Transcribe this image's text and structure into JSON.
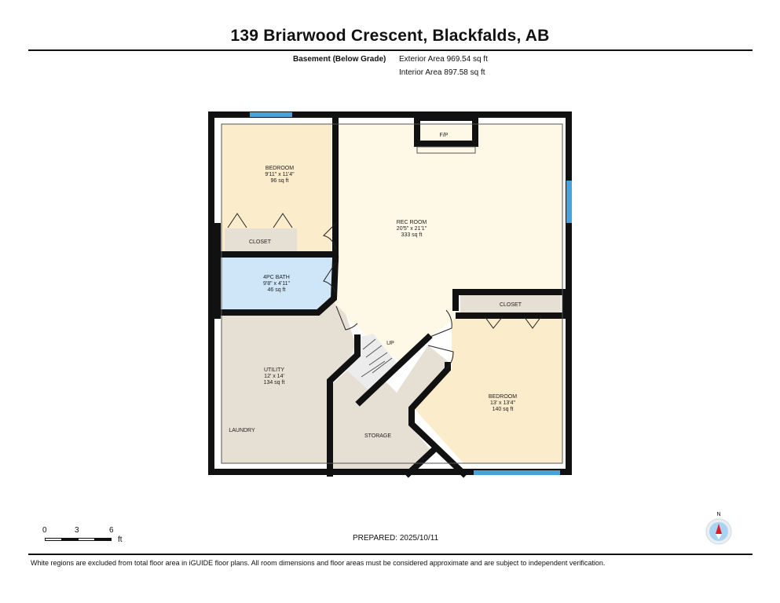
{
  "header": {
    "title": "139 Briarwood Crescent, Blackfalds, AB",
    "level": "Basement (Below Grade)",
    "exterior_area": "Exterior Area 969.54 sq ft",
    "interior_area": "Interior Area 897.58 sq ft"
  },
  "rooms": [
    {
      "name": "BEDROOM",
      "dims": "9'11\" x 11'4\"",
      "area": "96 sq ft"
    },
    {
      "name": "REC ROOM",
      "dims": "20'5\" x 21'1\"",
      "area": "333 sq ft"
    },
    {
      "name": "4PC BATH",
      "dims": "9'8\" x 4'11\"",
      "area": "46 sq ft"
    },
    {
      "name": "UTILITY",
      "dims": "12' x 14'",
      "area": "134 sq ft"
    },
    {
      "name": "BEDROOM",
      "dims": "13' x 13'4\"",
      "area": "140 sq ft"
    }
  ],
  "labels": {
    "closet_left": "CLOSET",
    "closet_right": "CLOSET",
    "fireplace": "F/P",
    "stairs": "UP",
    "storage": "STORAGE",
    "laundry": "LAUNDRY"
  },
  "colors": {
    "bedroom": "#fbeccb",
    "rec_room": "#fdf9e6",
    "bath": "#cfe6f8",
    "utility": "#e6dfd3",
    "window": "#4aa3d8",
    "wall": "#111111"
  },
  "scale": {
    "ticks": [
      "0",
      "3",
      "6"
    ],
    "unit": "ft"
  },
  "compass": {
    "label": "N"
  },
  "footer": {
    "prepared": "PREPARED: 2025/10/11",
    "disclaimer": "White regions are excluded from total floor area in iGUIDE floor plans. All room dimensions and floor areas must be considered approximate and are subject to independent verification."
  }
}
